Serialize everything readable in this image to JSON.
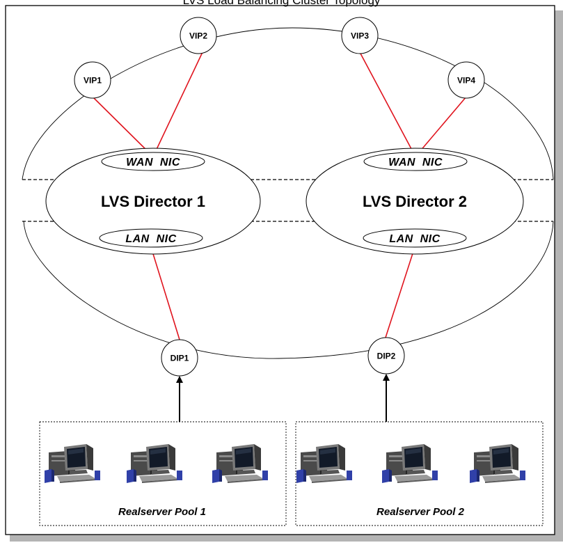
{
  "title": "LVS Load Balancing Cluster Topology",
  "colors": {
    "link": "#e0141e",
    "line": "#000000",
    "frame_shadow": "#b4b4b4",
    "server_body": "#6e6e6e",
    "server_screen": "#101828",
    "server_dark": "#2a2a2a",
    "speaker": "#3040a8"
  },
  "vips": [
    "VIP1",
    "VIP2",
    "VIP3",
    "VIP4"
  ],
  "dips": [
    "DIP1",
    "DIP2"
  ],
  "directors": [
    {
      "name": "LVS Director 1",
      "wan_nic": "WAN  NIC",
      "lan_nic": "LAN  NIC"
    },
    {
      "name": "LVS Director 2",
      "wan_nic": "WAN  NIC",
      "lan_nic": "LAN  NIC"
    }
  ],
  "pools": [
    {
      "label": "Realserver Pool 1",
      "server_icon": "workstation-icon",
      "server_count": 3
    },
    {
      "label": "Realserver Pool 2",
      "server_icon": "workstation-icon",
      "server_count": 3
    }
  ]
}
